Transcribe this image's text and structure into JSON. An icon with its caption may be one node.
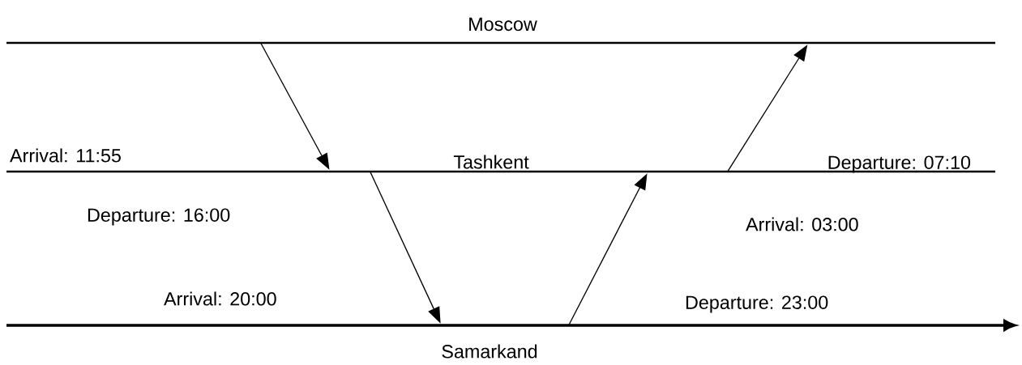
{
  "diagram": {
    "nodes": [
      {
        "text": [
          "Moscow"
        ]
      },
      {
        "text": [
          "Tashkent"
        ]
      },
      {
        "text": [
          "Samarkand"
        ]
      }
    ],
    "edges": [
      {
        "from": 0,
        "to": 1,
        "arrow": "to"
      },
      {
        "from": 1,
        "to": 2,
        "arrow": "to"
      },
      {
        "from": 2,
        "to": 1,
        "arrow": "to"
      },
      {
        "from": 1,
        "to": 0,
        "arrow": "to"
      }
    ],
    "labels": [
      "Arrival: 11:55",
      "Departure: 07:10",
      "Departure: 16:00",
      "Arrival: 03:00",
      "Arrival: 20:00",
      "Departure: 23:00"
    ]
  }
}
